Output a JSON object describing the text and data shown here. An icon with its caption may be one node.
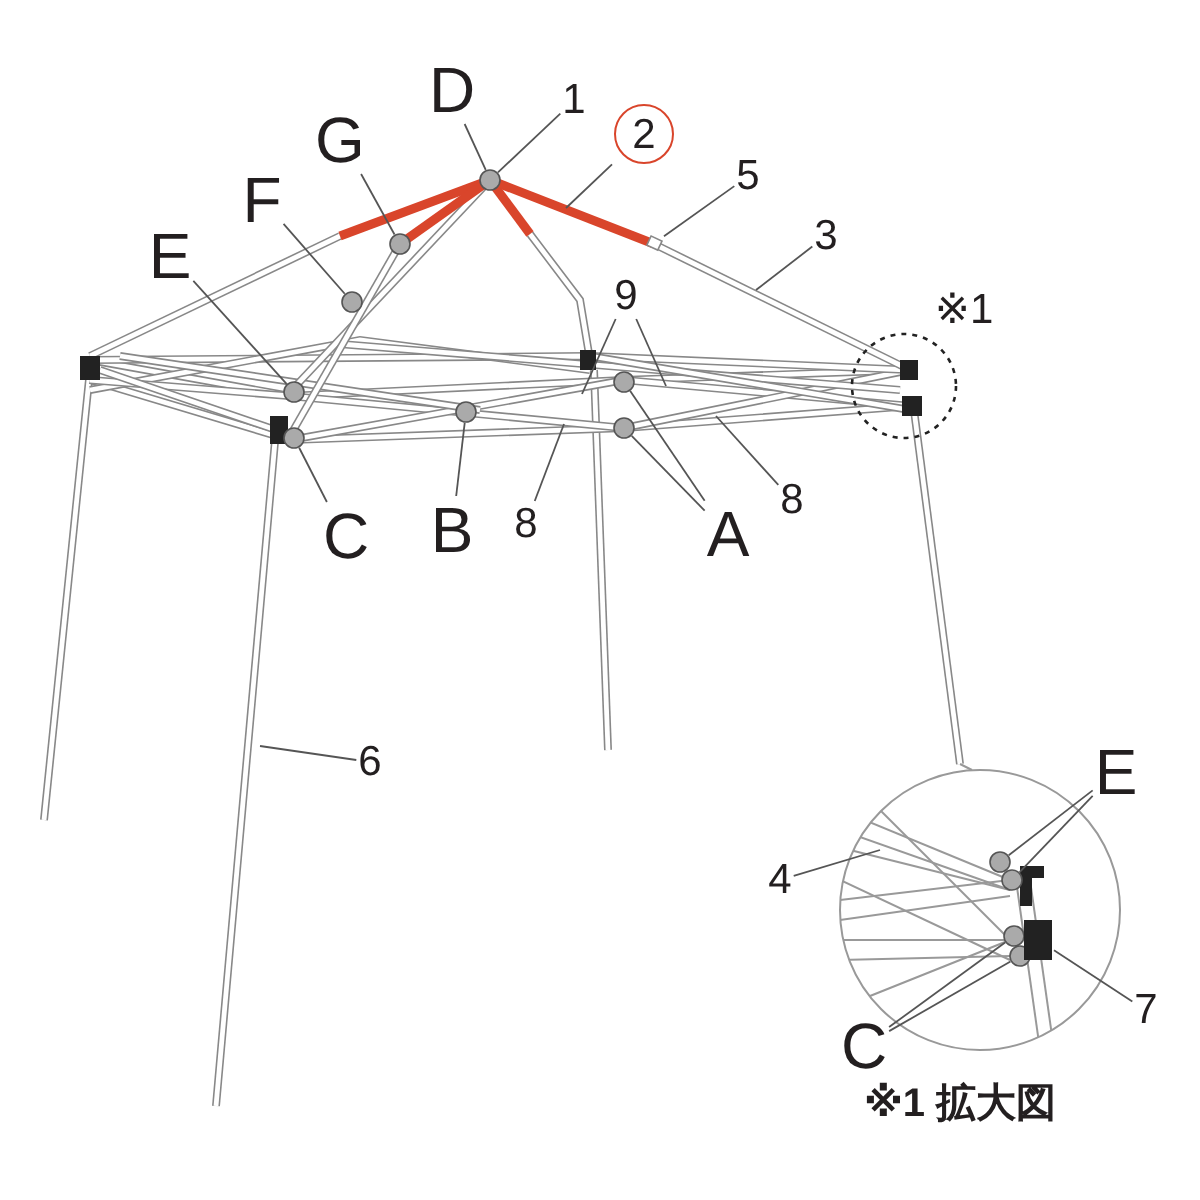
{
  "diagram": {
    "nodes": [
      {
        "text": [
          "D"
        ]
      },
      {
        "text": [
          "1"
        ]
      },
      {
        "text": [
          "2"
        ]
      },
      {
        "text": [
          "G"
        ]
      },
      {
        "text": [
          "5"
        ]
      },
      {
        "text": [
          "F"
        ]
      },
      {
        "text": [
          "E"
        ]
      },
      {
        "text": [
          "3"
        ]
      },
      {
        "text": [
          "9"
        ]
      },
      {
        "text": [
          "C"
        ]
      },
      {
        "text": [
          "B"
        ]
      },
      {
        "text": [
          "8"
        ]
      },
      {
        "text": [
          "A"
        ]
      },
      {
        "text": [
          "8"
        ]
      },
      {
        "text": [
          "6"
        ]
      },
      {
        "text": [
          "E"
        ]
      },
      {
        "text": [
          "4"
        ]
      },
      {
        "text": [
          "7"
        ]
      },
      {
        "text": [
          "C"
        ]
      },
      {
        "text": [],
        "shape": "circle"
      },
      {
        "text": [],
        "shape": "circle"
      },
      {
        "text": [],
        "shape": "circle"
      },
      {
        "text": [],
        "shape": "circle"
      },
      {
        "text": [],
        "shape": "circle"
      },
      {
        "text": [],
        "shape": "circle"
      },
      {
        "text": [],
        "shape": "circle"
      },
      {
        "text": [],
        "shape": "circle"
      },
      {
        "text": [],
        "shape": "circle"
      },
      {
        "text": [],
        "shape": "circle"
      },
      {
        "text": [],
        "shape": "circle"
      },
      {
        "text": [],
        "shape": "circle"
      },
      {
        "text": [],
        "shape": "bar"
      },
      {
        "text": [],
        "shape": "box"
      }
    ],
    "edges": [
      {
        "from": 0,
        "to": 19,
        "arrow": "none"
      },
      {
        "from": 1,
        "to": 19,
        "arrow": "none"
      },
      {
        "from": 2,
        "to": null,
        "arrow": "none"
      },
      {
        "from": 3,
        "to": 20,
        "arrow": "none"
      },
      {
        "from": 4,
        "to": 31,
        "arrow": "none"
      },
      {
        "from": 5,
        "to": 21,
        "arrow": "none"
      },
      {
        "from": 6,
        "to": 22,
        "arrow": "none"
      },
      {
        "from": 7,
        "to": null,
        "arrow": "none"
      },
      {
        "from": 8,
        "to": null,
        "arrow": "none"
      },
      {
        "from": 8,
        "to": null,
        "arrow": "none"
      },
      {
        "from": 9,
        "to": 23,
        "arrow": "none"
      },
      {
        "from": 10,
        "to": 24,
        "arrow": "none"
      },
      {
        "from": 11,
        "to": null,
        "arrow": "none"
      },
      {
        "from": 12,
        "to": 25,
        "arrow": "none"
      },
      {
        "from": 12,
        "to": 26,
        "arrow": "none"
      },
      {
        "from": 13,
        "to": null,
        "arrow": "none"
      },
      {
        "from": 14,
        "to": null,
        "arrow": "none"
      },
      {
        "from": 15,
        "to": 27,
        "arrow": "none"
      },
      {
        "from": 15,
        "to": 28,
        "arrow": "none"
      },
      {
        "from": 16,
        "to": null,
        "arrow": "none"
      },
      {
        "from": 17,
        "to": 32,
        "arrow": "none"
      },
      {
        "from": 18,
        "to": 29,
        "arrow": "none"
      },
      {
        "from": 18,
        "to": 30,
        "arrow": "none"
      }
    ],
    "labels": [
      "※1",
      "※1 拡大図"
    ]
  }
}
